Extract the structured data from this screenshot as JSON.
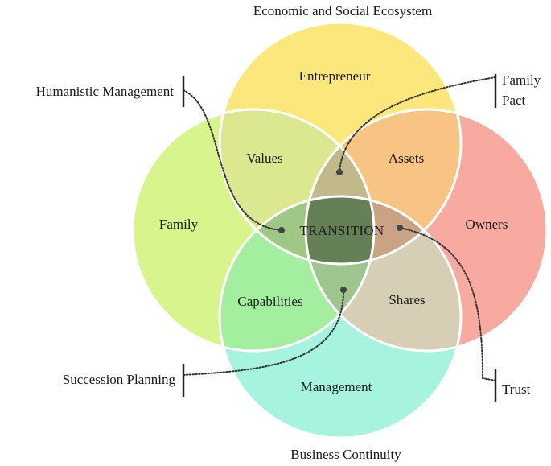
{
  "title": "Economic and Social Ecosystem",
  "footer": "Business Continuity",
  "circles": {
    "top": {
      "label": "Entrepreneur",
      "color": "#fce77d"
    },
    "left": {
      "label": "Family",
      "color": "#d7f58c"
    },
    "right": {
      "label": "Owners",
      "color": "#f8a9a0"
    },
    "bottom": {
      "label": "Management",
      "color": "#a6f4e0"
    }
  },
  "regions": {
    "values": "Values",
    "assets": "Assets",
    "capabilities": "Capabilities",
    "shares": "Shares",
    "center": "TRANSITION"
  },
  "region_colors": {
    "values": "#dbe88f",
    "assets": "#f8c483",
    "capabilities": "#a3ee9f",
    "shares": "#d7cfb5",
    "top_lens": "#c2b98b",
    "left_lens": "#9fc884",
    "right_lens": "#c9a383",
    "bottom_lens": "#9fc58f",
    "center": "#657f57"
  },
  "annotations": {
    "humanistic": "Humanistic Management",
    "family_pact_line1": "Family",
    "family_pact_line2": "Pact",
    "succession": "Succession Planning",
    "trust": "Trust"
  }
}
